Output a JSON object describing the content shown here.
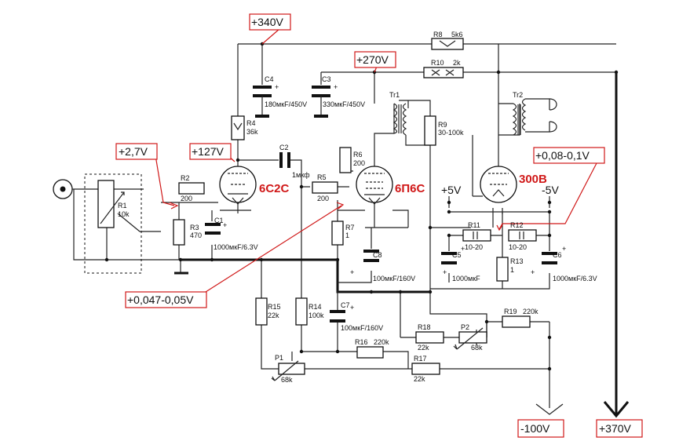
{
  "voltage_tags": {
    "v340": "+340V",
    "v270": "+270V",
    "v127": "+127V",
    "v27": "+2,7V",
    "v047": "+0,047-0,05V",
    "v008": "+0,08-0,1V",
    "vm100": "-100V",
    "v370": "+370V",
    "p5v": "+5V",
    "m5v": "-5V"
  },
  "tubes": {
    "t1": "6С2С",
    "t2": "6П6С",
    "t3": "300В"
  },
  "components": {
    "r8": "R8",
    "r8v": "5k6",
    "r10": "R10",
    "r10v": "2k",
    "r4": "R4",
    "r4v": "36k",
    "r1": "R1",
    "r1v": "10k",
    "r2": "R2",
    "r2v": "200",
    "r3": "R3",
    "r3v": "470",
    "r5": "R5",
    "r5v": "200",
    "r6": "R6",
    "r6v": "200",
    "r7": "R7",
    "r7v": "1",
    "r9": "R9",
    "r9v": "30-100k",
    "r11": "R11",
    "r11v": "10-20",
    "r12": "R12",
    "r12v": "10-20",
    "r13": "R13",
    "r13v": "1",
    "r14": "R14",
    "r14v": "100k",
    "r15": "R15",
    "r15v": "22k",
    "r16": "R16",
    "r16v": "220k",
    "r17": "R17",
    "r17v": "22k",
    "r18": "R18",
    "r18v": "22k",
    "r19": "R19",
    "r19v": "220k",
    "p1": "P1",
    "p1v": "68k",
    "p2": "P2",
    "p2v": "68k",
    "c1": "C1",
    "c1v": "1000мкF/6.3V",
    "c2": "C2",
    "c2v": "1мкф",
    "c3": "C3",
    "c3v": "330мкF/450V",
    "c4": "C4",
    "c4v": "180мкF/450V",
    "c5": "C5",
    "c5v": "1000мкF",
    "c6": "C6",
    "c6v": "1000мкF/6.3V",
    "c7": "C7",
    "c7v": "100мкF/160V",
    "c8": "C8",
    "c8v": "100мкF/160V",
    "tr1": "Tr1",
    "tr2": "Tr2"
  },
  "colors": {
    "annotation": "#d01818",
    "wire": "#222222"
  }
}
